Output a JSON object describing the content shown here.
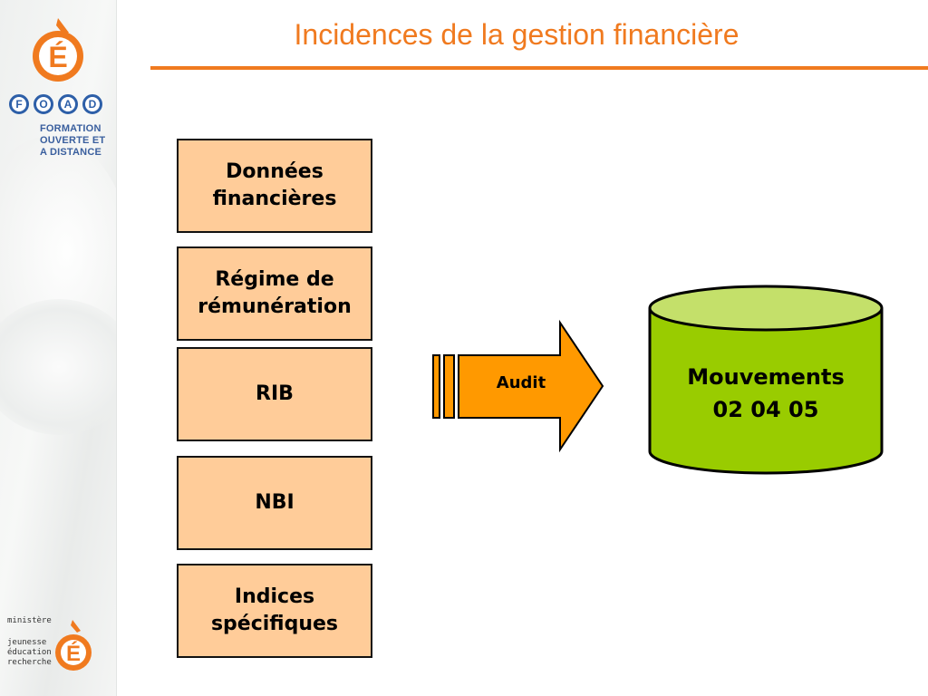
{
  "title": "Incidences de la gestion financière",
  "sidebar": {
    "logo_letter": "É",
    "foad_letters": [
      "F",
      "O",
      "A",
      "D"
    ],
    "foad_text": [
      "FORMATION",
      "OUVERTE ET",
      "A DISTANCE"
    ],
    "ministry_text": [
      "ministère",
      "jeunesse",
      "éducation",
      "recherche"
    ],
    "ministry_logo_letter": "É"
  },
  "boxes": [
    {
      "label": "Données\nfinancières"
    },
    {
      "label": "Régime de\nrémunération"
    },
    {
      "label": "RIB"
    },
    {
      "label": "NBI"
    },
    {
      "label": "Indices\nspécifiques"
    }
  ],
  "arrow": {
    "label": "Audit"
  },
  "database": {
    "label": "Mouvements\n02 04 05"
  },
  "colors": {
    "accent": "#f07a1f",
    "box_fill": "#ffcc99",
    "arrow_fill": "#ff9900",
    "db_fill": "#99cc00",
    "db_top": "#c4e06a",
    "foad_blue": "#2d5fa8"
  }
}
